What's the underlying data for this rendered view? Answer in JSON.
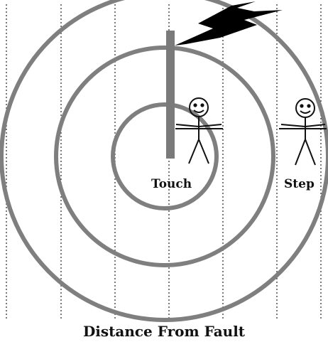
{
  "labels": {
    "touch": "Touch",
    "step": "Step",
    "caption": "Distance From Fault"
  },
  "colors": {
    "background": "#ffffff",
    "ring": "#7f7f7f",
    "pole": "#7a7a7a",
    "grid_line": "#333333",
    "lightning": "#000000",
    "figure": "#111111",
    "text": "#111111"
  },
  "icons": {
    "lightning": "lightning-bolt-icon",
    "person_touch": "stick-figure-icon",
    "person_step": "stick-figure-icon"
  }
}
